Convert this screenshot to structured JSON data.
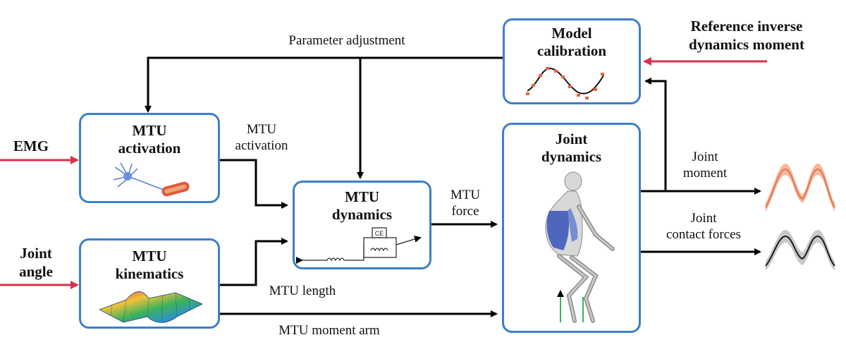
{
  "inputs": {
    "emg": "EMG",
    "joint_angle": "Joint\nangle",
    "reference": "Reference inverse\ndynamics moment"
  },
  "boxes": {
    "activation": "MTU\nactivation",
    "kinematics": "MTU\nkinematics",
    "dynamics": "MTU\ndynamics",
    "joint_dynamics": "Joint\ndynamics",
    "calibration": "Model\ncalibration"
  },
  "edges": {
    "parameter_adjustment": "Parameter adjustment",
    "mtu_activation": "MTU\nactivation",
    "mtu_force": "MTU\nforce",
    "mtu_length": "MTU length",
    "mtu_moment_arm": "MTU moment arm",
    "joint_moment": "Joint\nmoment",
    "joint_contact_forces": "Joint\ncontact forces"
  },
  "schematic": {
    "ce_label": "CE"
  },
  "colors": {
    "box_border": "#3d7fc7",
    "input_arrow": "#d6334b",
    "arrow": "#000000",
    "moment_curve": "#e8734a",
    "moment_band": "#f5b9a0",
    "contact_curve": "#1a1a1a",
    "contact_band": "#c8c8c8",
    "calib_points": "#e8643c"
  }
}
